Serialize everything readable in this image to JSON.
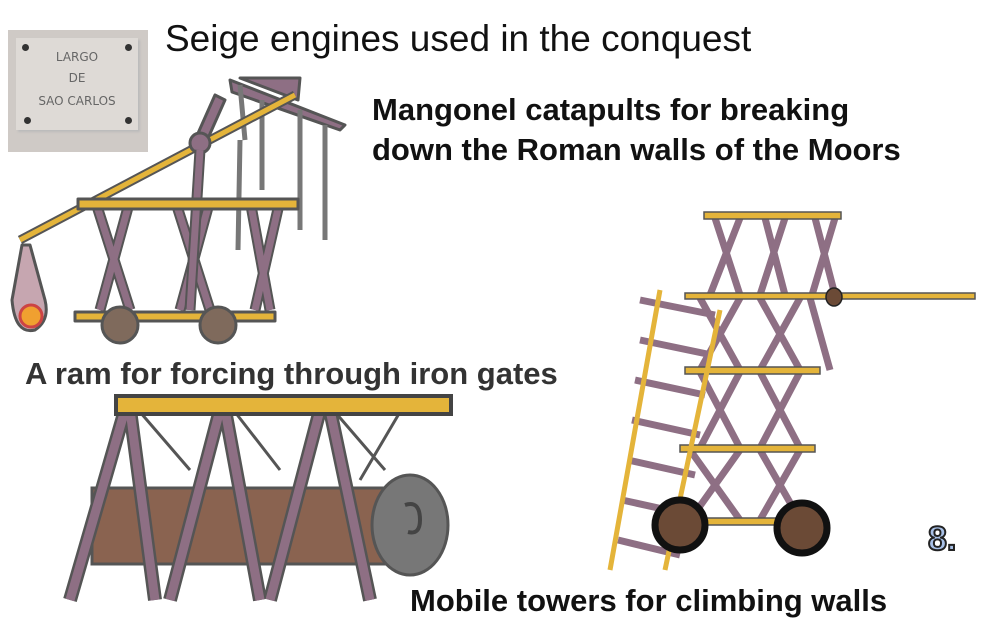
{
  "title": "Seige engines used in the conquest",
  "sign": {
    "line1": "LARGO",
    "line2": "DE",
    "line3": "SAO CARLOS"
  },
  "captions": {
    "mangonel_line1": "Mangonel catapults for breaking",
    "mangonel_line2": "down the Roman walls of the Moors",
    "ram": "A ram for forcing through iron gates",
    "tower": "Mobile towers for climbing walls"
  },
  "page_number": "8.",
  "colors": {
    "timber": "#8e6f84",
    "beam": "#e4b43a",
    "outline": "#555555",
    "wheel": "#6b4a36",
    "log": "#8a6350"
  }
}
